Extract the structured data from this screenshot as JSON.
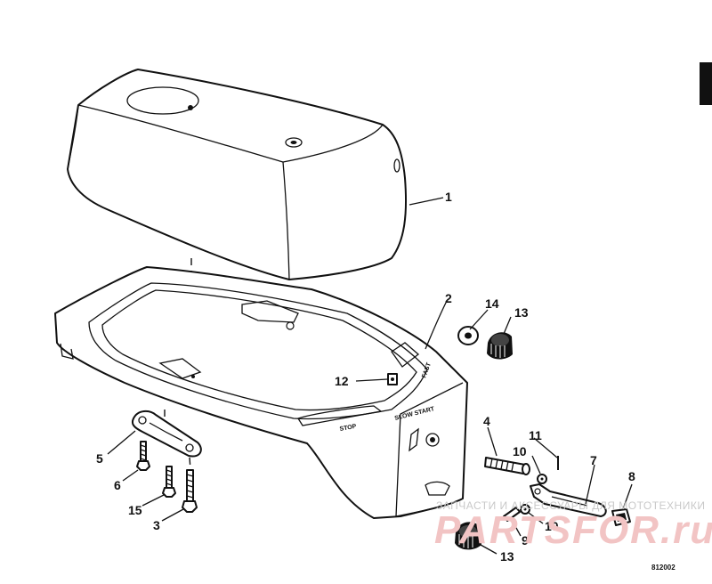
{
  "callouts": {
    "c1": "1",
    "c2": "2",
    "c3": "3",
    "c4": "4",
    "c5": "5",
    "c6": "6",
    "c7": "7",
    "c8": "8",
    "c9": "9",
    "c10a": "10",
    "c10b": "10",
    "c11": "11",
    "c12": "12",
    "c13a": "13",
    "c13b": "13",
    "c14": "14",
    "c15": "15"
  },
  "labels": {
    "slow_start": "SLOW START",
    "stop": "STOP",
    "fast": "FAST"
  },
  "watermark": {
    "line1": "ЗАПЧАСТИ И АКСЕССУАРЫ ДЛЯ МОТОТЕХНИКИ",
    "logo": "PARTSFOR.ru"
  },
  "diagram_code": "812002"
}
